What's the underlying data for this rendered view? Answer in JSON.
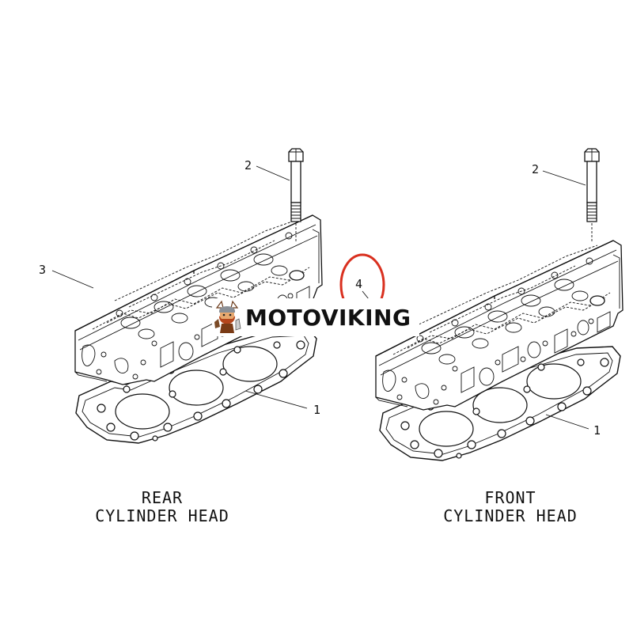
{
  "diagram": {
    "rear": {
      "caption_line1": "REAR",
      "caption_line2": "CYLINDER HEAD",
      "callouts": [
        "1",
        "2",
        "3"
      ]
    },
    "front": {
      "caption_line1": "FRONT",
      "caption_line2": "CYLINDER HEAD",
      "callouts": [
        "1",
        "2"
      ]
    },
    "center_callout": "4",
    "highlight_color": "#d9301f"
  },
  "watermark": {
    "text": "MOTOVIKING",
    "logo_icon": "viking-mascot-icon"
  }
}
